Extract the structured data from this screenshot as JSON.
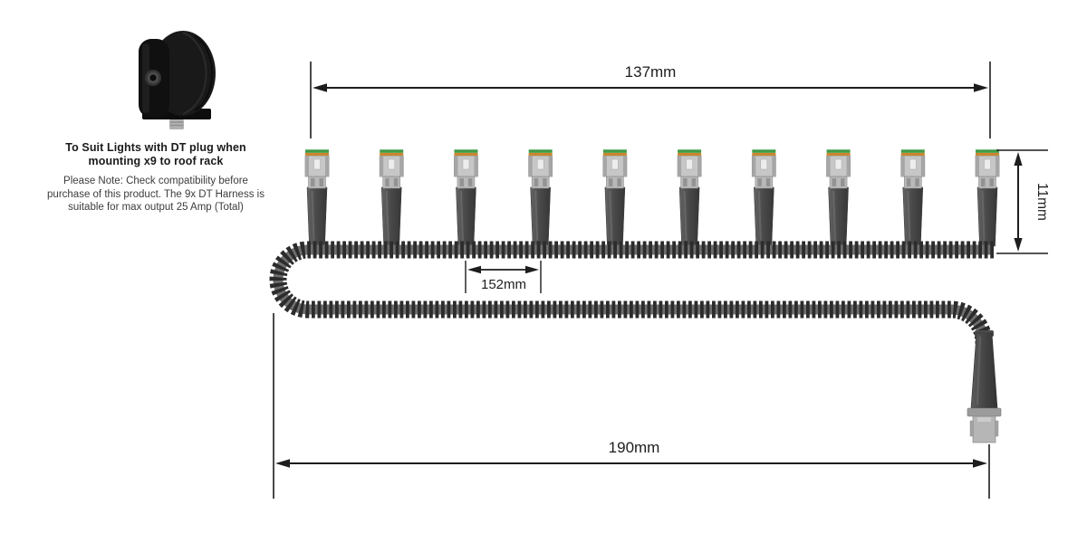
{
  "info_panel": {
    "heading": "To Suit Lights with DT plug when mounting x9 to roof rack",
    "note": "Please Note: Check compatibility before purchase of this product. The 9x DT Harness is suitable for max output 25 Amp (Total)"
  },
  "icons": {
    "product_image": "driving-light-side-view"
  },
  "diagram": {
    "connector_count": 10,
    "dimensions": {
      "overall_width": "137mm",
      "connector_height": "11mm",
      "connector_spacing": "152mm",
      "total_length": "190mm"
    },
    "colors": {
      "line": "#1d1d1d",
      "cable_rib": "#2c2c2c",
      "cable_core": "#6e6e6e",
      "boot_light": "#606060",
      "boot_dark": "#3a3a3a",
      "connector_body": "#c7c7c7",
      "stripe_green": "#3f9b47",
      "stripe_orange": "#c9862e",
      "plug_body": "#b6b6b6",
      "collar": "#9b9b9b"
    }
  }
}
